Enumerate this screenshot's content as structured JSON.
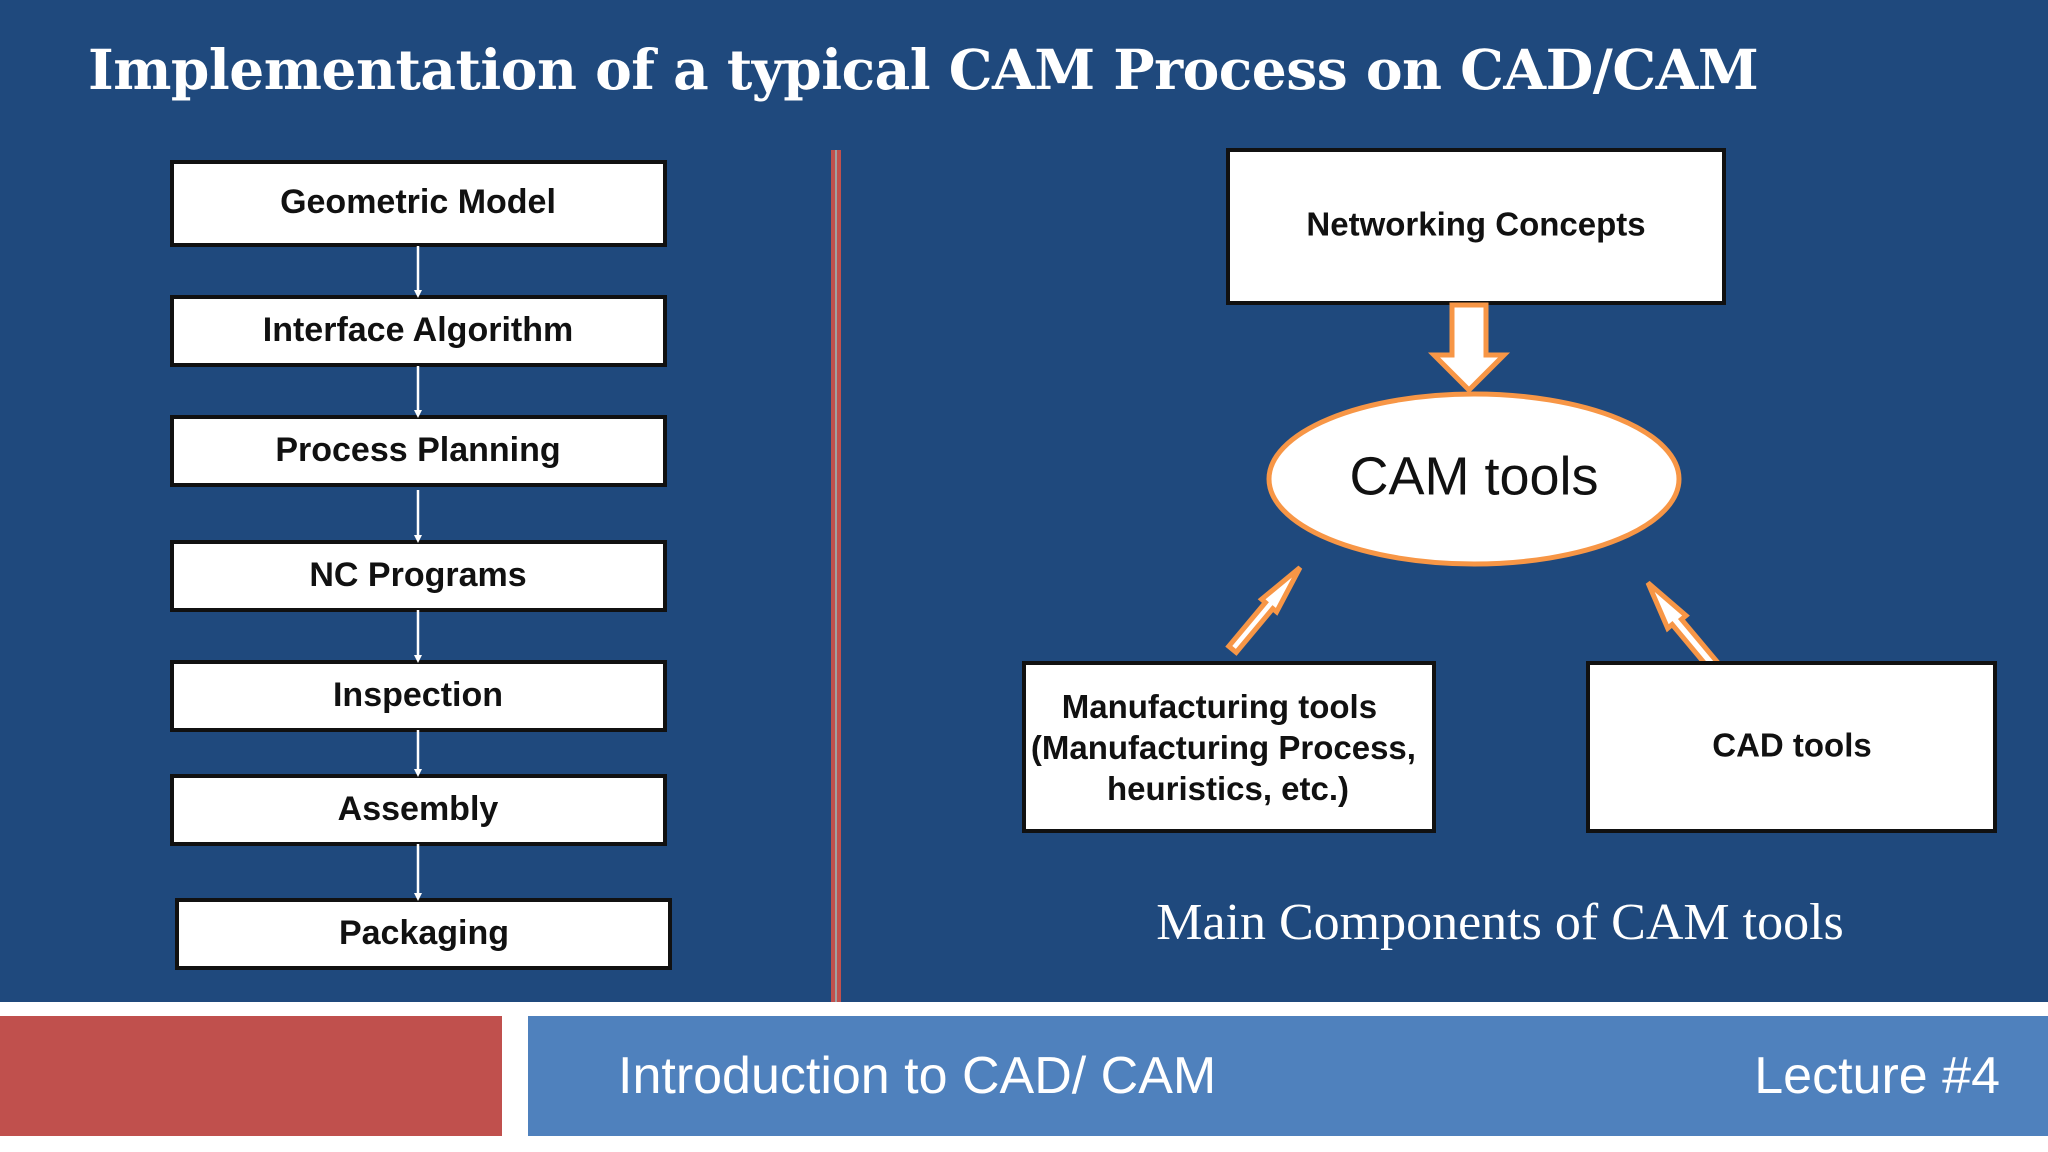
{
  "title": "Implementation of a  typical CAM Process on CAD/CAM",
  "process_steps": [
    {
      "label": "Geometric Model"
    },
    {
      "label": "Interface Algorithm"
    },
    {
      "label": "Process Planning"
    },
    {
      "label": "NC Programs"
    },
    {
      "label": "Inspection"
    },
    {
      "label": "Assembly"
    },
    {
      "label": "Packaging"
    }
  ],
  "components": {
    "networking": "Networking Concepts",
    "cam_tools": "CAM tools",
    "manufacturing_lines": [
      "Manufacturing tools",
      "(Manufacturing Process,",
      "heuristics, etc.)"
    ],
    "cad_tools": "CAD tools",
    "caption": "Main Components of CAM tools"
  },
  "footer": {
    "course": "Introduction to CAD/ CAM",
    "lecture": "Lecture #4"
  },
  "colors": {
    "background": "#1f497d",
    "arrow_outline": "#f79646",
    "divider": "#c0504d",
    "footer_left": "#c0504d",
    "footer_right": "#4f81bd"
  }
}
